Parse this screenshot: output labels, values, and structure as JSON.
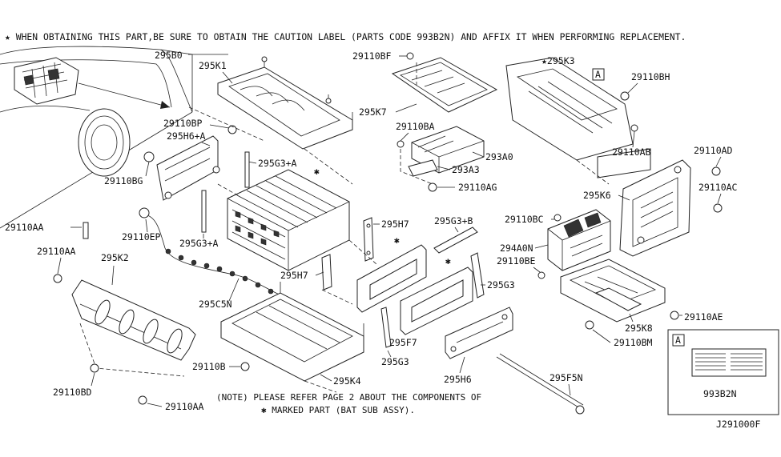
{
  "caution": "★ WHEN OBTAINING THIS PART,BE SURE TO OBTAIN THE CAUTION LABEL (PARTS CODE 993B2N) AND AFFIX IT WHEN PERFORMING REPLACEMENT.",
  "note_line1": "(NOTE) PLEASE REFER PAGE 2 ABOUT THE COMPONENTS OF",
  "note_line2": "✱ MARKED PART (BAT SUB ASSY).",
  "diagram_id": "J291000F",
  "label_box": {
    "ref_letter": "A",
    "part_code": "993B2N"
  },
  "callout_ref_letter": "A",
  "parts": {
    "p295B0": "295B0",
    "p295K1": "295K1",
    "p29110BF": "29110BF",
    "p295K3": "★295K3",
    "p29110BH": "29110BH",
    "p295K7": "295K7",
    "p29110BP": "29110BP",
    "p295H6A": "295H6+A",
    "p29110BA": "29110BA",
    "p293A0": "293A0",
    "p29110AB": "29110AB",
    "p295G3A_top": "295G3+A",
    "p293A3": "293A3",
    "p29110AD": "29110AD",
    "p29110BG": "29110BG",
    "p29110AG": "29110AG",
    "p29110AC": "29110AC",
    "p295K6": "295K6",
    "p29110AA_top": "29110AA",
    "p295H7_top": "295H7",
    "p295G3B": "295G3+B",
    "p29110BC": "29110BC",
    "p29110EP": "29110EP",
    "p294A0N": "294A0N",
    "p29110AA_mid": "29110AA",
    "p295K2": "295K2",
    "p295G3A_mid": "295G3+A",
    "p29110BE": "29110BE",
    "p295H7_mid": "295H7",
    "p295G3_right": "295G3",
    "p295C5N": "295C5N",
    "p29110AE": "29110AE",
    "p295K8": "295K8",
    "p295F7": "295F7",
    "p29110BM": "29110BM",
    "p29110B": "29110B",
    "p295G3_bot": "295G3",
    "p295K4": "295K4",
    "p295H6": "295H6",
    "p295F5N": "295F5N",
    "p29110BD": "29110BD",
    "p29110AA_bot": "29110AA"
  }
}
